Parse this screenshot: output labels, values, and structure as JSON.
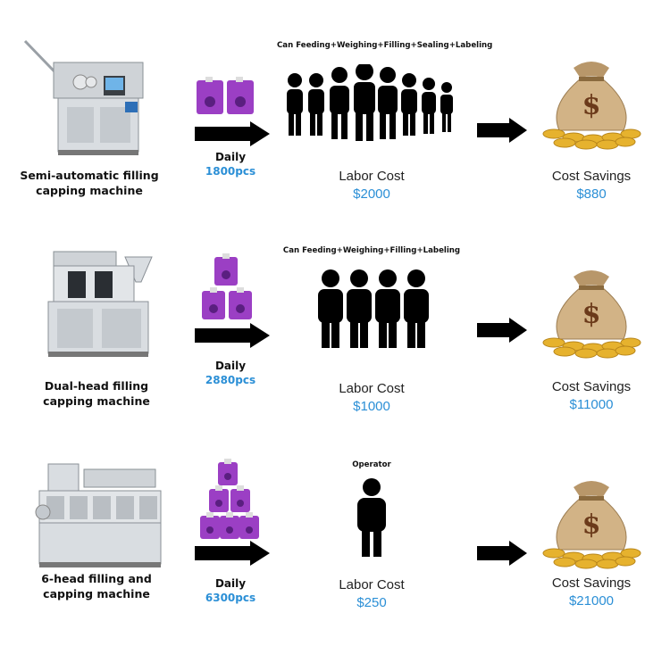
{
  "rows": [
    {
      "machine": [
        "Semi-automatic filling",
        "capping machine"
      ],
      "daily_label": "Daily",
      "daily_value": "1800pcs",
      "process": "Can Feeding+Weighing+Filling+Sealing+Labeling",
      "labor_label": "Labor Cost",
      "labor_value": "$2000",
      "savings_label": "Cost Savings",
      "savings_value": "$880",
      "workers": 8,
      "pouches": 2
    },
    {
      "machine": [
        "Dual-head filling",
        "capping machine"
      ],
      "daily_label": "Daily",
      "daily_value": "2880pcs",
      "process": "Can Feeding+Weighing+Filling+Labeling",
      "labor_label": "Labor Cost",
      "labor_value": "$1000",
      "savings_label": "Cost Savings",
      "savings_value": "$11000",
      "workers": 4,
      "pouches": 3
    },
    {
      "machine": [
        "6-head filling and",
        "capping machine"
      ],
      "daily_label": "Daily",
      "daily_value": "6300pcs",
      "process": "Operator",
      "labor_label": "Labor Cost",
      "labor_value": "$250",
      "savings_label": "Cost Savings",
      "savings_value": "$21000",
      "workers": 1,
      "pouches": 6
    }
  ],
  "colors": {
    "accent": "#2b8fd6",
    "arrow": "#000000",
    "pouch": "#9b3fc4",
    "bag": "#c8a878",
    "coin": "#e6b22e"
  },
  "icons": [
    "machine-image",
    "pouch-icon",
    "arrow-right-icon",
    "worker-icon",
    "money-bag-icon"
  ]
}
